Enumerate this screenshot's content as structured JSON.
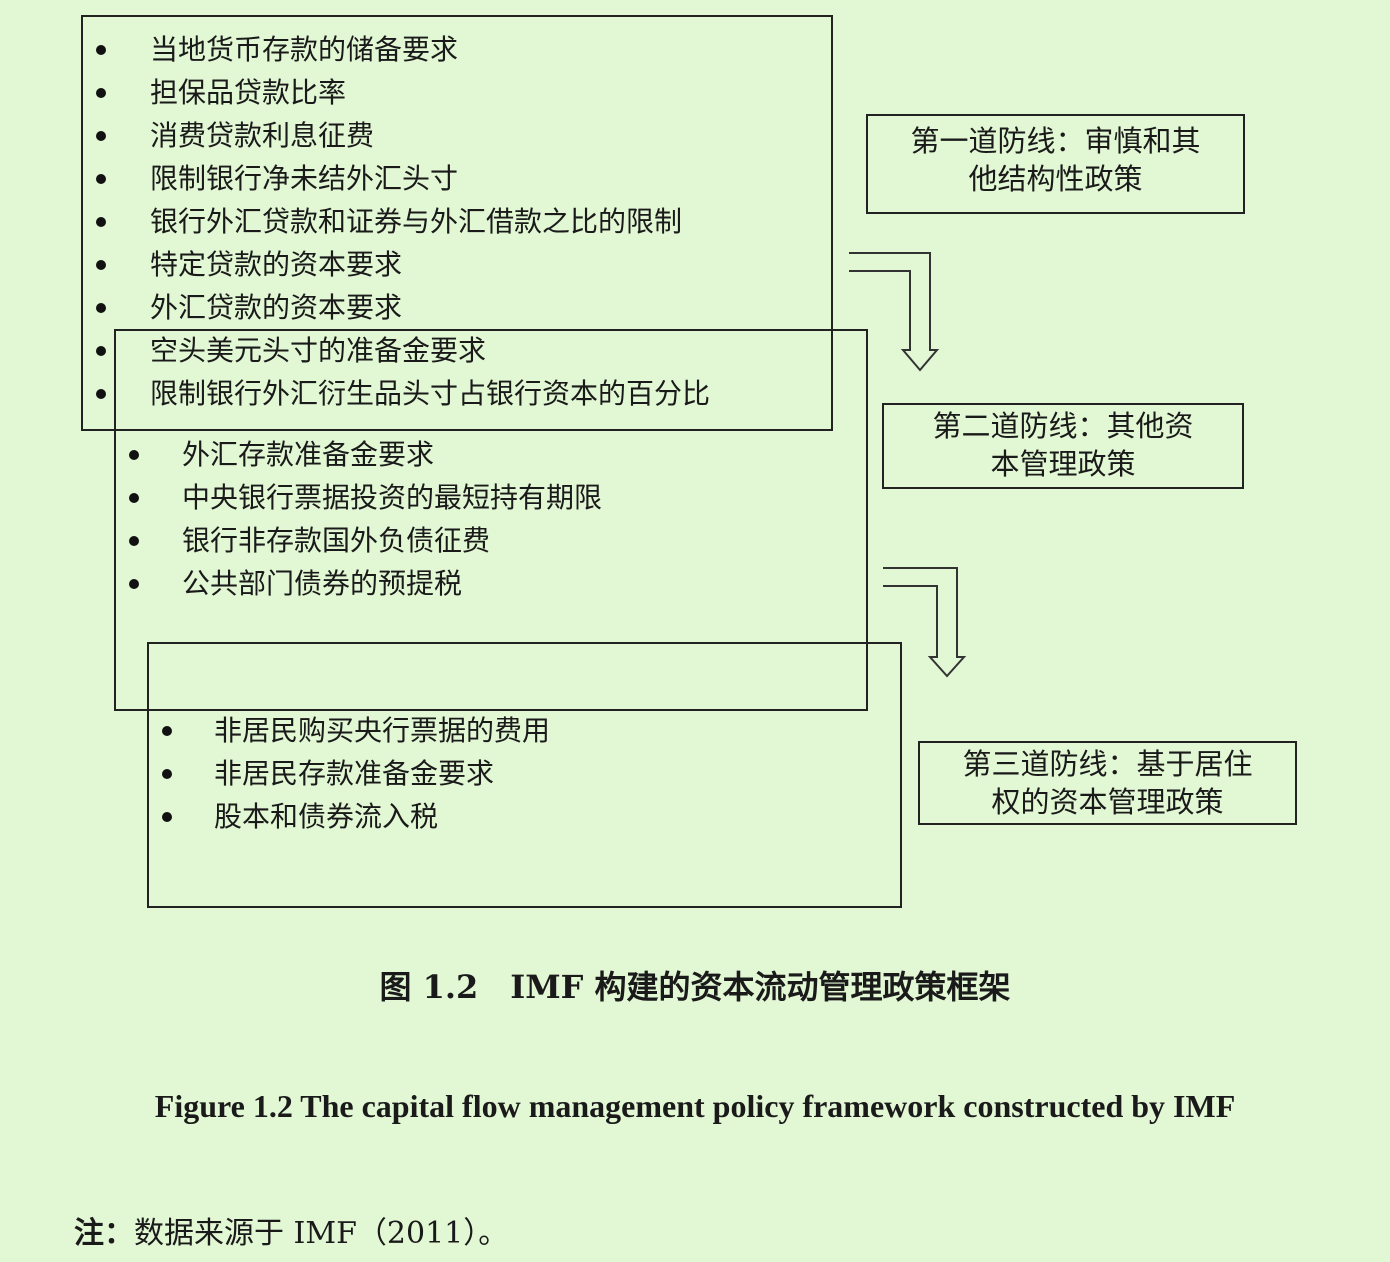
{
  "diagram": {
    "layer1": {
      "items": [
        "当地货币存款的储备要求",
        "担保品贷款比率",
        "消费贷款利息征费",
        "限制银行净未结外汇头寸",
        "银行外汇贷款和证券与外汇借款之比的限制",
        "特定贷款的资本要求",
        "外汇贷款的资本要求",
        "空头美元头寸的准备金要求",
        "限制银行外汇衍生品头寸占银行资本的百分比"
      ],
      "label_line1": "第一道防线：审慎和其",
      "label_line2": "他结构性政策"
    },
    "layer2": {
      "items": [
        "外汇存款准备金要求",
        "中央银行票据投资的最短持有期限",
        "银行非存款国外负债征费",
        "公共部门债券的预提税"
      ],
      "label_line1": "第二道防线：其他资",
      "label_line2": "本管理政策"
    },
    "layer3": {
      "items": [
        "非居民购买央行票据的费用",
        "非居民存款准备金要求",
        "股本和债券流入税"
      ],
      "label_line1": "第三道防线：基于居住",
      "label_line2": "权的资本管理政策"
    }
  },
  "caption": {
    "chinese": "图 1.2　IMF 构建的资本流动管理政策框架",
    "english": "Figure 1.2 The capital flow management policy framework constructed by IMF"
  },
  "note": {
    "label": "注：",
    "text": "数据来源于 IMF（2011）。"
  }
}
